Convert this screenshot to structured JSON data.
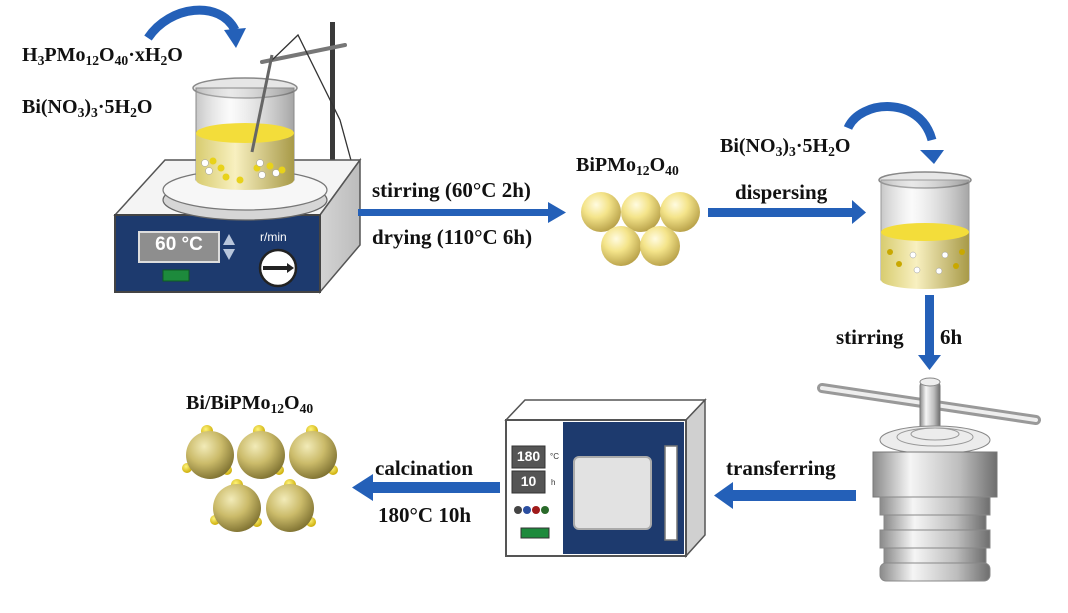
{
  "diagram": {
    "type": "synthesis-flowchart",
    "colors": {
      "arrow": "#2460b8",
      "panel_navy": "#1d3a6e",
      "liquid_yellow": "#f3dd3a",
      "sphere_light": "#fff5b0",
      "sphere_dark": "#c9b35a",
      "bi_dot": "#e8d21a",
      "metal_gray": "#c8c8c8"
    },
    "reagents_step1": {
      "line1": {
        "base": "H",
        "s1": "3",
        "mid": "PMo",
        "s2": "12",
        "mid2": "O",
        "s3": "40",
        "tail": "·xH",
        "s4": "2",
        "end": "O"
      },
      "line2": {
        "base": "Bi(NO",
        "s1": "3",
        "mid": ")",
        "s2": "3",
        "tail": "·5H",
        "s3": "2",
        "end": "O"
      }
    },
    "hotplate": {
      "temperature_display": "60 °C",
      "speed_label": "r/min"
    },
    "step1": {
      "label_top": "stirring (60°C 2h)",
      "label_bottom": "drying (110°C 6h)"
    },
    "intermediate": {
      "base": "BiPMo",
      "s1": "12",
      "mid": "O",
      "s2": "40",
      "sphere_count": 5
    },
    "reagent_step2": {
      "base": "Bi(NO",
      "s1": "3",
      "mid": ")",
      "s2": "3",
      "tail": "·5H",
      "s3": "2",
      "end": "O"
    },
    "step2": {
      "label": "dispersing"
    },
    "step3": {
      "label_left": "stirring",
      "label_right": "6h"
    },
    "step4": {
      "label": "transferring"
    },
    "oven": {
      "temperature_display": "180",
      "temperature_unit": "°C",
      "time_display": "10",
      "time_unit": "h"
    },
    "step5": {
      "label_top": "calcination",
      "label_bottom": "180°C 10h"
    },
    "product": {
      "base": "Bi/BiPMo",
      "s1": "12",
      "mid": "O",
      "s2": "40",
      "sphere_count": 5
    }
  }
}
